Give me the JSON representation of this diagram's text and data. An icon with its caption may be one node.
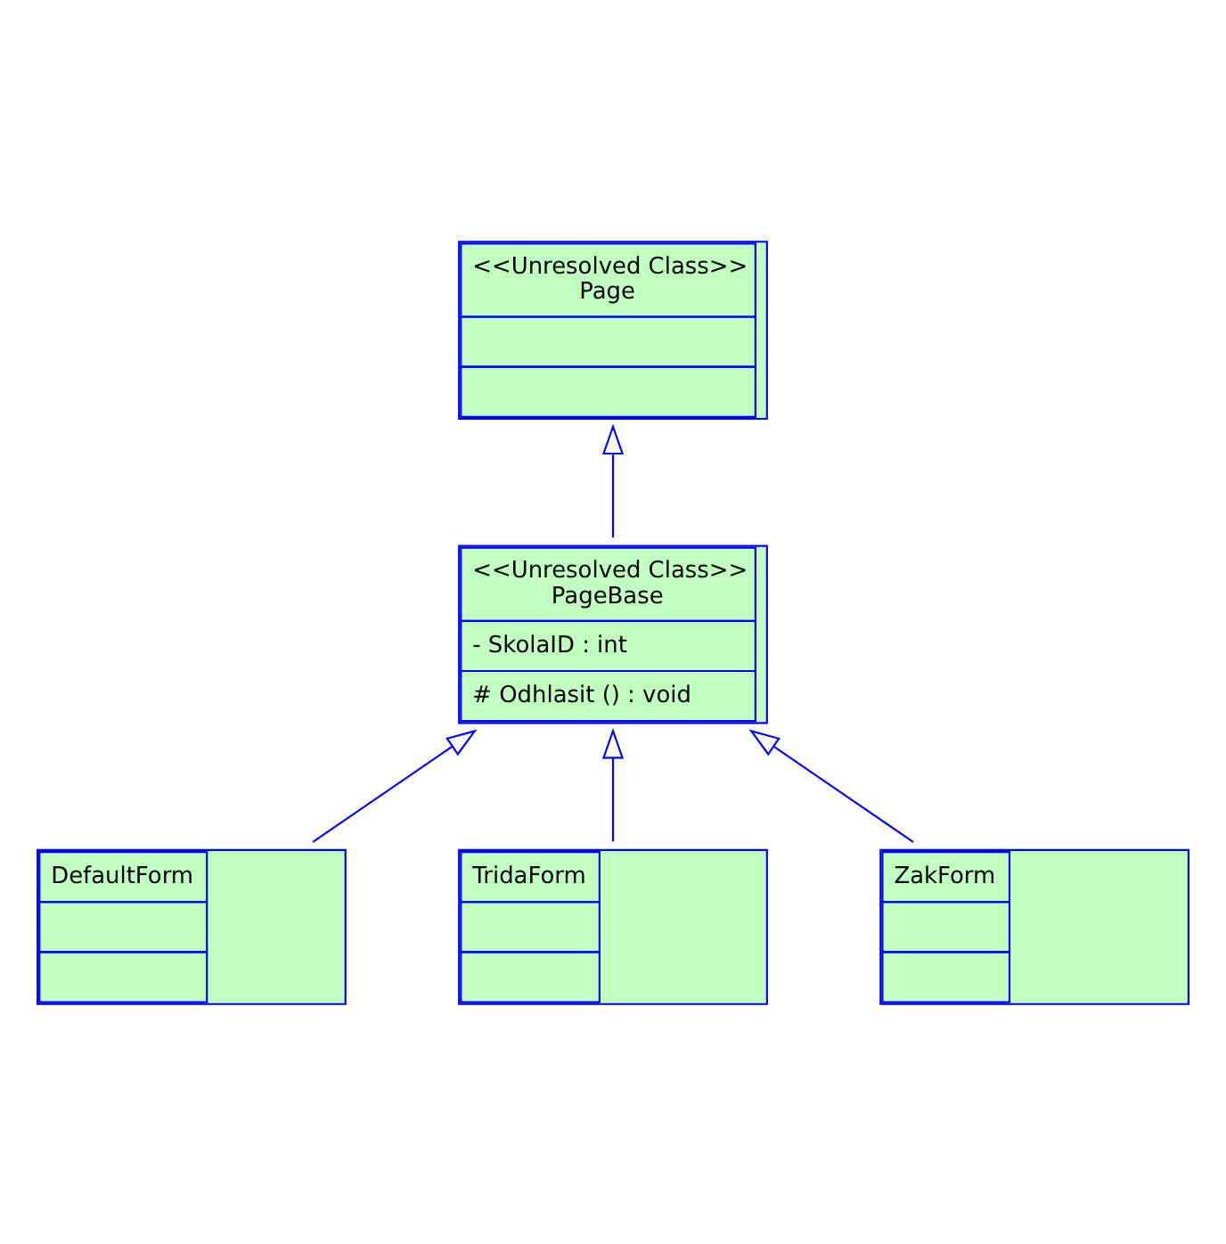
{
  "diagram": {
    "nodes": [
      {
        "text": [
          "<<Unresolved Class>>",
          "Page"
        ]
      },
      {
        "text": [
          "<<Unresolved Class>>",
          "PageBase",
          "- SkolaID : int",
          "# Odhlasit () : void"
        ]
      },
      {
        "text": [
          "DefaultForm"
        ]
      },
      {
        "text": [
          "TridaForm"
        ]
      },
      {
        "text": [
          "ZakForm"
        ]
      }
    ],
    "edges": [
      {
        "from": 1,
        "to": 0,
        "arrow": "to"
      },
      {
        "from": 2,
        "to": 1,
        "arrow": "to"
      },
      {
        "from": 3,
        "to": 1,
        "arrow": "to"
      },
      {
        "from": 4,
        "to": 1,
        "arrow": "to"
      }
    ]
  }
}
